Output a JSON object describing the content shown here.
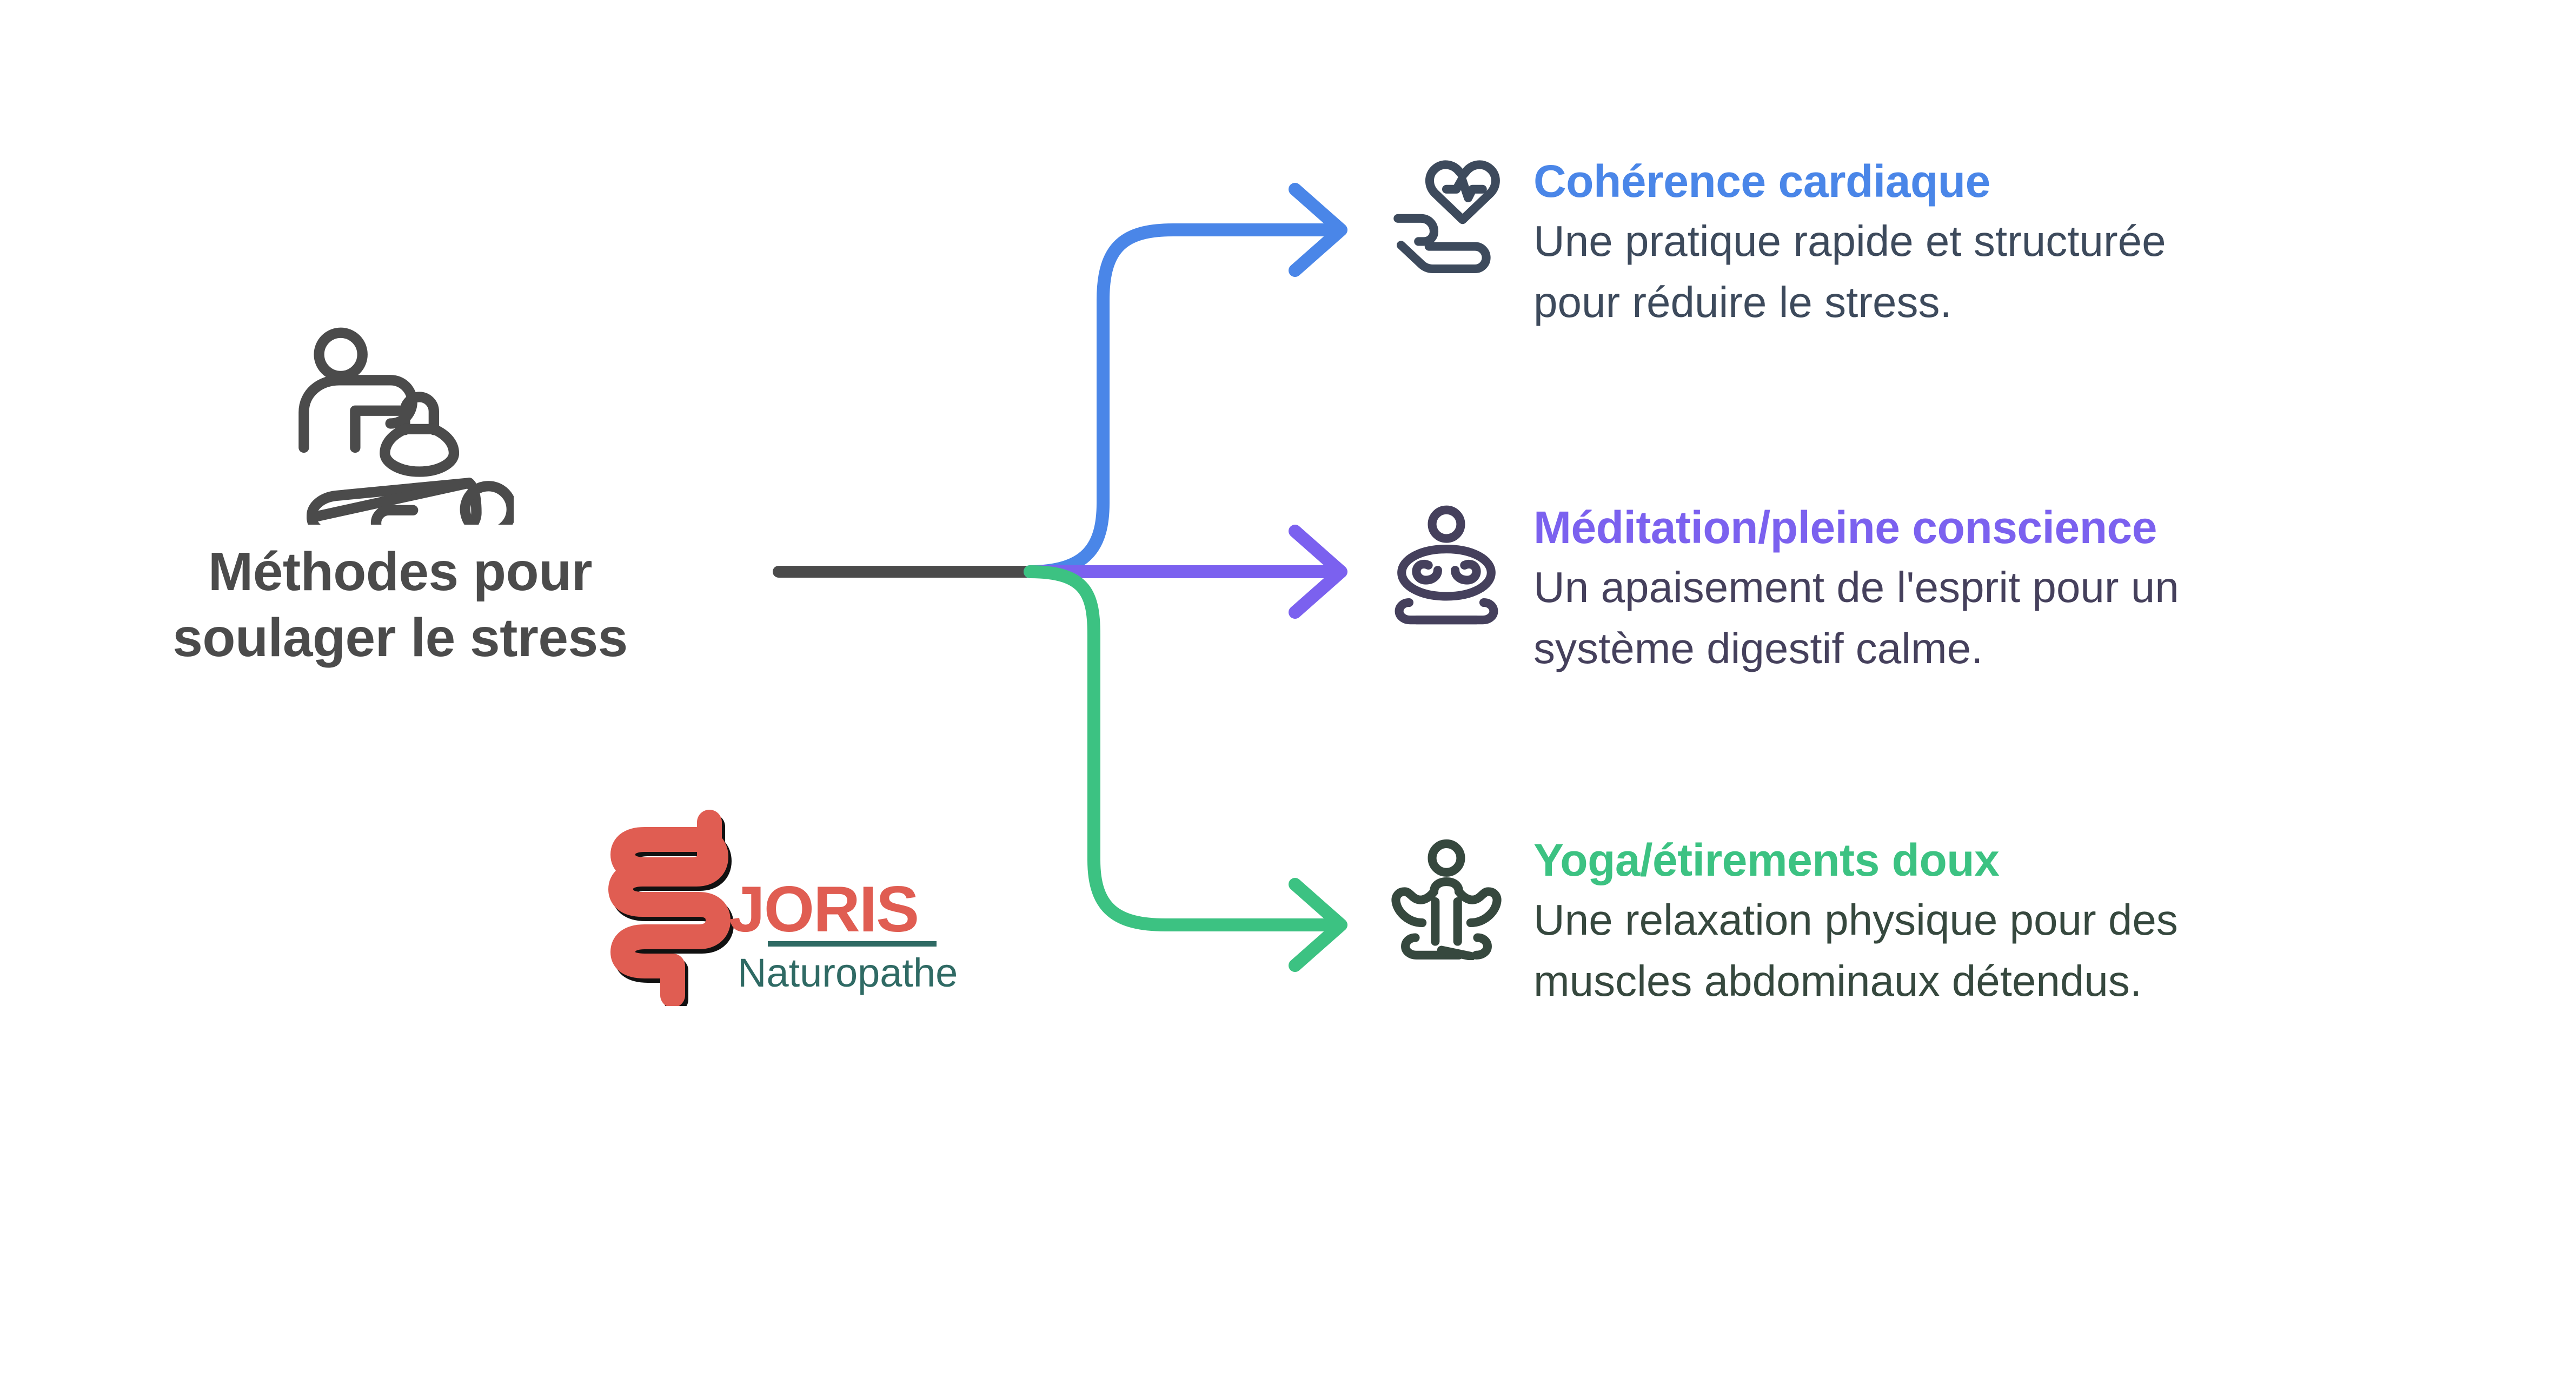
{
  "root": {
    "icon": "massage-therapy-icon",
    "title": "Méthodes pour\nsoulager le stress",
    "title_color": "#4b4b4b"
  },
  "logo": {
    "name": "joris-naturopathe-logo",
    "mark": "intestine-gut-icon",
    "brand": "JORIS",
    "tagline": "Naturopathe",
    "brand_color": "#e05d52",
    "tagline_color": "#2f6a64",
    "rule_color": "#2f6a64"
  },
  "connectors": {
    "trunk_color": "#4b4b4b",
    "branch_colors": [
      "#4a86e8",
      "#7b61ef",
      "#3cc282"
    ]
  },
  "branches": [
    {
      "id": "coherence-cardiaque",
      "icon": "heart-in-hand-icon",
      "title": "Cohérence cardiaque",
      "description": "Une pratique rapide et structurée pour réduire le stress.",
      "title_color": "#4a86e8",
      "description_color": "#3d4a5c",
      "connector_color": "#4a86e8"
    },
    {
      "id": "meditation-pleine-conscience",
      "icon": "meditation-lotus-icon",
      "title": "Méditation/pleine conscience",
      "description": "Un apaisement de l'esprit pour un système digestif calme.",
      "title_color": "#7b61ef",
      "description_color": "#45405c",
      "connector_color": "#7b61ef"
    },
    {
      "id": "yoga-etirements-doux",
      "icon": "yoga-pose-icon",
      "title": "Yoga/étirements doux",
      "description": "Une relaxation physique pour des muscles abdominaux détendus.",
      "title_color": "#3cc282",
      "description_color": "#36483e",
      "connector_color": "#3cc282"
    }
  ]
}
